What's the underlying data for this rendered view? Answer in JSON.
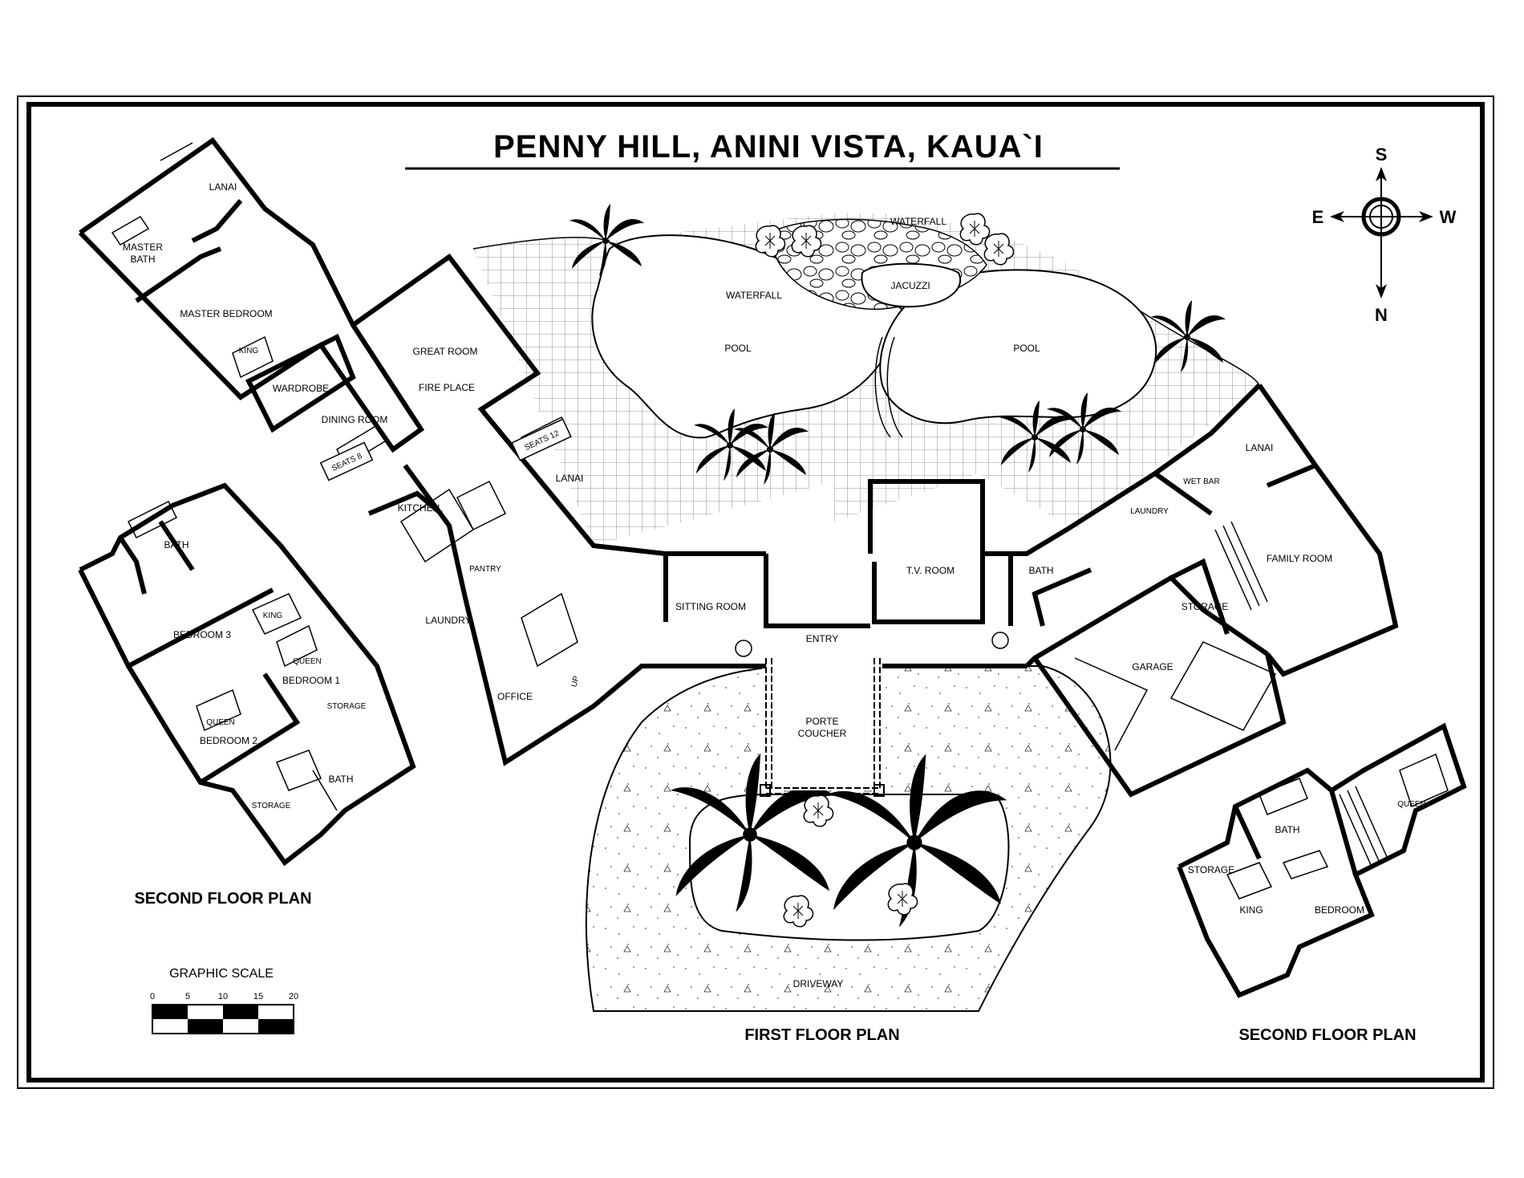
{
  "title": "PENNY HILL, ANINI VISTA, KAUA`I",
  "compass": {
    "s": "S",
    "e": "E",
    "w": "W",
    "n": "N"
  },
  "plans": {
    "left_title": "SECOND FLOOR PLAN",
    "center_title": "FIRST FLOOR PLAN",
    "right_title": "SECOND FLOOR PLAN"
  },
  "scale": {
    "title": "GRAPHIC SCALE",
    "ticks": [
      "0",
      "5",
      "10",
      "15",
      "20"
    ]
  },
  "rooms": {
    "lanai_master": "LANAI",
    "master_bath": "MASTER\nBATH",
    "master_bath_1": "MASTER",
    "master_bath_2": "BATH",
    "master_bedroom": "MASTER BEDROOM",
    "king_master": "KING",
    "wardrobe": "WARDROBE",
    "dining_room": "DINING ROOM",
    "seats_8": "SEATS 8",
    "great_room": "GREAT ROOM",
    "fire_place": "FIRE PLACE",
    "seats_12": "SEATS 12",
    "lanai_great": "LANAI",
    "kitchen": "KITCHEN",
    "pantry": "PANTRY",
    "laundry_main": "LAUNDRY",
    "office": "OFFICE",
    "up": "UP",
    "bath_left": "BATH",
    "bedroom_3": "BEDROOM 3",
    "king_bed3": "KING",
    "queen_bed1": "QUEEN",
    "bedroom_1": "BEDROOM 1",
    "storage_left_1": "STORAGE",
    "queen_bed2": "QUEEN",
    "bedroom_2": "BEDROOM 2",
    "bath_left_2": "BATH",
    "storage_left_2": "STORAGE",
    "waterfall_top": "WATERFALL",
    "waterfall_left": "WATERFALL",
    "jacuzzi": "JACUZZI",
    "pool_left": "POOL",
    "pool_right": "POOL",
    "tv_room": "T.V. ROOM",
    "sitting_room": "SITTING ROOM",
    "entry": "ENTRY",
    "bath_mid": "BATH",
    "laundry_right": "LAUNDRY",
    "wet_bar": "WET BAR",
    "lanai_family": "LANAI",
    "family_room": "FAMILY ROOM",
    "storage_right": "STORAGE",
    "garage": "GARAGE",
    "porte_1": "PORTE",
    "porte_2": "COUCHER",
    "driveway": "DRIVEWAY",
    "bath_right": "BATH",
    "queen_right": "QUEEN",
    "storage_right2": "STORAGE",
    "king_right": "KING",
    "bedroom_right": "BEDROOM"
  }
}
